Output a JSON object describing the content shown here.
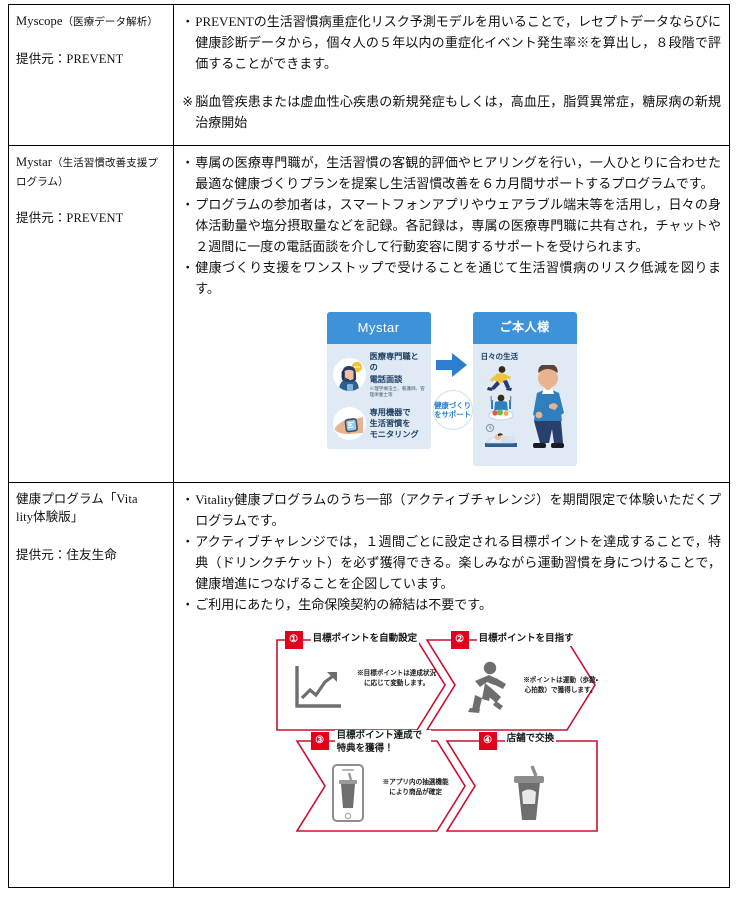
{
  "document": {
    "type": "table",
    "rows": [
      {
        "id": "myscope",
        "name_title": "Myscope",
        "name_sub": "（医療データ解析）",
        "provider": "提供元：PREVENT",
        "bullets": [
          "PREVENTの生活習慣病重症化リスク予測モデルを用いることで，レセプトデータならびに健康診断データから，個々人の５年以内の重症化イベント発生率※を算出し，８段階で評価することができます。"
        ],
        "note": "脳血管疾患または虚血性心疾患の新規発症もしくは，高血圧，脂質異常症，糖尿病の新規治療開始"
      },
      {
        "id": "mystar",
        "name_title": "Mystar",
        "name_sub": "（生活習慣改善支援プログラム）",
        "provider": "提供元：PREVENT",
        "bullets": [
          "専属の医療専門職が，生活習慣の客観的評価やヒアリングを行い，一人ひとりに合わせた最適な健康づくりプランを提案し生活習慣改善を６カ月間サポートするプログラムです。",
          "プログラムの参加者は，スマートフォンアプリやウェアラブル端末等を活用し，日々の身体活動量や塩分摂取量などを記録。各記録は，専属の医療専門職に共有され，チャットや２週間に一度の電話面談を介して行動変容に関するサポートを受けられます。",
          "健康づくり支援をワンストップで受けることを通じて生活習慣病のリスク低減を図ります。"
        ],
        "figure": {
          "type": "mystar-diagram",
          "left_panel_title": "Mystar",
          "left_items": [
            {
              "icon": "headset-operator-icon",
              "label_line1": "医療専門職との",
              "label_line2": "電話面談",
              "note": "※理学療法士、看護師、管理栄養士等"
            },
            {
              "icon": "smartwatch-icon",
              "label_line1": "専用機器で",
              "label_line2": "生活習慣を",
              "label_line3": "モニタリング",
              "note": ""
            }
          ],
          "center_badge_line1": "健康づくり",
          "center_badge_line2": "をサポート",
          "arrow": "right-arrow-icon",
          "right_panel_title": "ご本人様",
          "right_caption": "日々の生活",
          "right_icons": [
            "running-person-icon",
            "healthy-meal-icon",
            "sleeping-person-icon"
          ],
          "colors": {
            "header_blue": "#3d92d8",
            "panel_bg": "#dfeaf5",
            "arrow_blue": "#2b7fce",
            "text_navy": "#1c3f63"
          }
        }
      },
      {
        "id": "vitality",
        "name_title": "健康プログラム「Vita",
        "name_title2": "lity体験版」",
        "name_sub": "",
        "provider": "提供元：住友生命",
        "bullets": [
          "Vitality健康プログラムのうち一部（アクティブチャレンジ）を期間限定で体験いただくプログラムです。",
          "アクティブチャレンジでは，１週間ごとに設定される目標ポイントを達成することで，特典（ドリンクチケット）を必ず獲得できる。楽しみながら運動習慣を身につけることで，健康増進につなげることを企図しています。",
          "ご利用にあたり，生命保険契約の締結は不要です。"
        ],
        "figure": {
          "type": "vitality-flow",
          "steps": [
            {
              "number": "①",
              "title": "目標ポイントを自動設定",
              "icon": "growth-chart-icon",
              "note_line1": "※目標ポイントは達成状況",
              "note_line2": "に応じて変動します。"
            },
            {
              "number": "②",
              "title": "目標ポイントを目指す",
              "icon": "running-person-icon",
              "note_line1": "※ポイントは運動（歩数・",
              "note_line2": "心拍数）で獲得します。"
            },
            {
              "number": "③",
              "title": "目標ポイント達成で特典を獲得！",
              "icon": "smartphone-drink-icon",
              "note_line1": "※アプリ内の抽選機能",
              "note_line2": "により商品が確定"
            },
            {
              "number": "④",
              "title": "店舗で交換",
              "icon": "drink-cup-icon",
              "note_line1": "",
              "note_line2": ""
            }
          ],
          "colors": {
            "accent_red": "#c8102e",
            "tag_red": "#e2001a",
            "icon_gray": "#6e6e6e"
          }
        }
      }
    ]
  }
}
